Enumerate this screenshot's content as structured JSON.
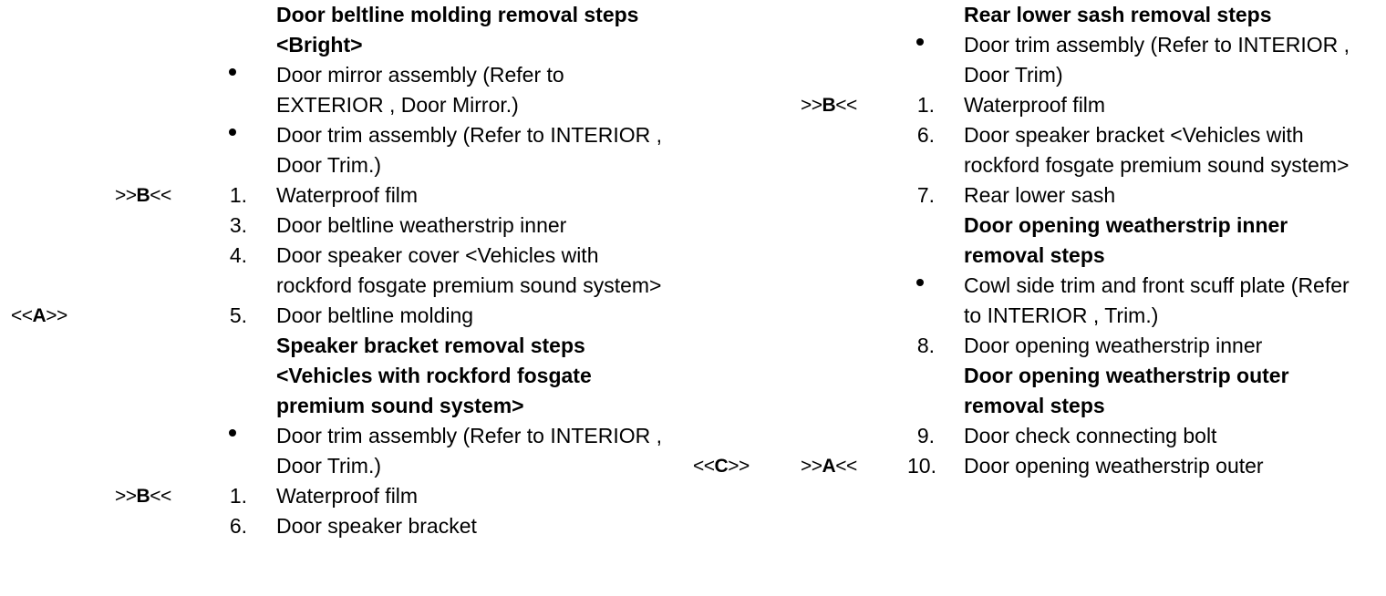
{
  "document": {
    "title": "Door / sash / weatherstrip removal steps"
  },
  "columns": [
    {
      "name": "left-column",
      "rows": [
        {
          "tag": "",
          "ref": "",
          "marker_type": "none",
          "marker": "",
          "style": "heading",
          "text": "Door beltline molding removal steps <Bright>"
        },
        {
          "tag": "",
          "ref": "",
          "marker_type": "bullet",
          "marker": "•",
          "style": "normal",
          "text": "Door mirror assembly (Refer to EXTERIOR , Door Mirror.)"
        },
        {
          "tag": "",
          "ref": "",
          "marker_type": "bullet",
          "marker": "•",
          "style": "normal",
          "text": "Door trim assembly (Refer to INTERIOR , Door Trim.)"
        },
        {
          "tag": "",
          "ref": ">>B<<",
          "marker_type": "num",
          "marker": "1.",
          "style": "normal",
          "text": "Waterproof film"
        },
        {
          "tag": "",
          "ref": "",
          "marker_type": "num",
          "marker": "3.",
          "style": "normal",
          "text": "Door beltline weatherstrip inner"
        },
        {
          "tag": "",
          "ref": "",
          "marker_type": "num",
          "marker": "4.",
          "style": "normal",
          "text": "Door speaker cover <Vehicles with rockford fosgate premium sound system>"
        },
        {
          "tag": "<<A>>",
          "ref": "",
          "marker_type": "num",
          "marker": "5.",
          "style": "normal",
          "text": "Door beltline molding"
        },
        {
          "tag": "",
          "ref": "",
          "marker_type": "none",
          "marker": "",
          "style": "heading",
          "text": "Speaker bracket removal steps <Vehicles with rockford fosgate premium sound system>"
        },
        {
          "tag": "",
          "ref": "",
          "marker_type": "bullet",
          "marker": "•",
          "style": "normal",
          "text": "Door trim assembly (Refer to INTERIOR , Door Trim.)"
        },
        {
          "tag": "",
          "ref": ">>B<<",
          "marker_type": "num",
          "marker": "1.",
          "style": "normal",
          "text": "Waterproof film"
        },
        {
          "tag": "",
          "ref": "",
          "marker_type": "num",
          "marker": "6.",
          "style": "normal",
          "text": "Door speaker bracket"
        }
      ]
    },
    {
      "name": "right-column",
      "rows": [
        {
          "tag": "",
          "ref": "",
          "marker_type": "none",
          "marker": "",
          "style": "heading",
          "text": "Rear lower sash removal steps"
        },
        {
          "tag": "",
          "ref": "",
          "marker_type": "bullet",
          "marker": "•",
          "style": "normal",
          "text": "Door trim assembly (Refer to INTERIOR , Door Trim)"
        },
        {
          "tag": "",
          "ref": ">>B<<",
          "marker_type": "num",
          "marker": "1.",
          "style": "normal",
          "text": "Waterproof film"
        },
        {
          "tag": "",
          "ref": "",
          "marker_type": "num",
          "marker": "6.",
          "style": "normal",
          "text": "Door speaker bracket <Vehicles with rockford fosgate premium sound system>"
        },
        {
          "tag": "",
          "ref": "",
          "marker_type": "num",
          "marker": "7.",
          "style": "normal",
          "text": "Rear lower sash"
        },
        {
          "tag": "",
          "ref": "",
          "marker_type": "none",
          "marker": "",
          "style": "heading",
          "text": "Door opening weatherstrip inner removal steps"
        },
        {
          "tag": "",
          "ref": "",
          "marker_type": "bullet",
          "marker": "•",
          "style": "normal",
          "text": "Cowl side trim and front scuff plate (Refer to INTERIOR , Trim.)"
        },
        {
          "tag": "",
          "ref": "",
          "marker_type": "num",
          "marker": "8.",
          "style": "normal",
          "text": "Door opening weatherstrip inner"
        },
        {
          "tag": "",
          "ref": "",
          "marker_type": "none",
          "marker": "",
          "style": "heading",
          "text": "Door opening weatherstrip outer removal steps"
        },
        {
          "tag": "",
          "ref": "",
          "marker_type": "num",
          "marker": "9.",
          "style": "normal",
          "text": "Door check connecting bolt"
        },
        {
          "tag": "<<C>>",
          "ref": ">>A<<",
          "marker_type": "num",
          "marker": "10.",
          "style": "normal",
          "text": "Door opening weatherstrip outer"
        }
      ]
    }
  ],
  "markers": {
    "bullet_glyph": "•",
    "tag_a": "<<A>>",
    "tag_c": "<<C>>",
    "ref_a": ">>A<<",
    "ref_b": ">>B<<"
  },
  "colors": {
    "background": "#ffffff",
    "text": "#000000"
  }
}
